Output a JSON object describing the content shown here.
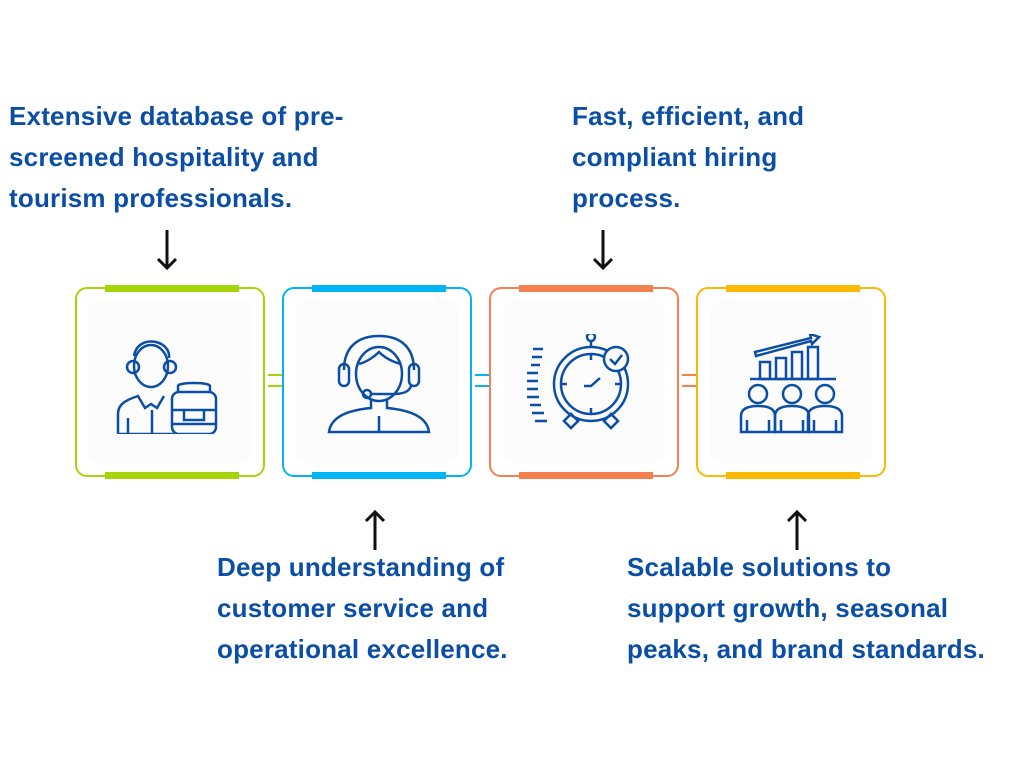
{
  "colors": {
    "text": "#0b4ea6",
    "icon": "#0b4ea6",
    "green": "#a6d40a",
    "blue": "#00b4f5",
    "orange": "#f5804f",
    "yellow": "#fcb900"
  },
  "steps": [
    {
      "text": "Extensive database of pre-\nscreened hospitality and\ntourism professionals.",
      "icon": "receptionist-icon",
      "arrow": "arrow-down"
    },
    {
      "text": "Deep understanding of\ncustomer service and\noperational excellence.",
      "icon": "headset-agent-icon",
      "arrow": "arrow-up"
    },
    {
      "text": "Fast, efficient, and\ncompliant hiring\nprocess.",
      "icon": "alarm-clock-check-icon",
      "arrow": "arrow-down"
    },
    {
      "text": "Scalable solutions to\nsupport growth, seasonal\npeaks, and brand standards.",
      "icon": "team-growth-chart-icon",
      "arrow": "arrow-up"
    }
  ]
}
